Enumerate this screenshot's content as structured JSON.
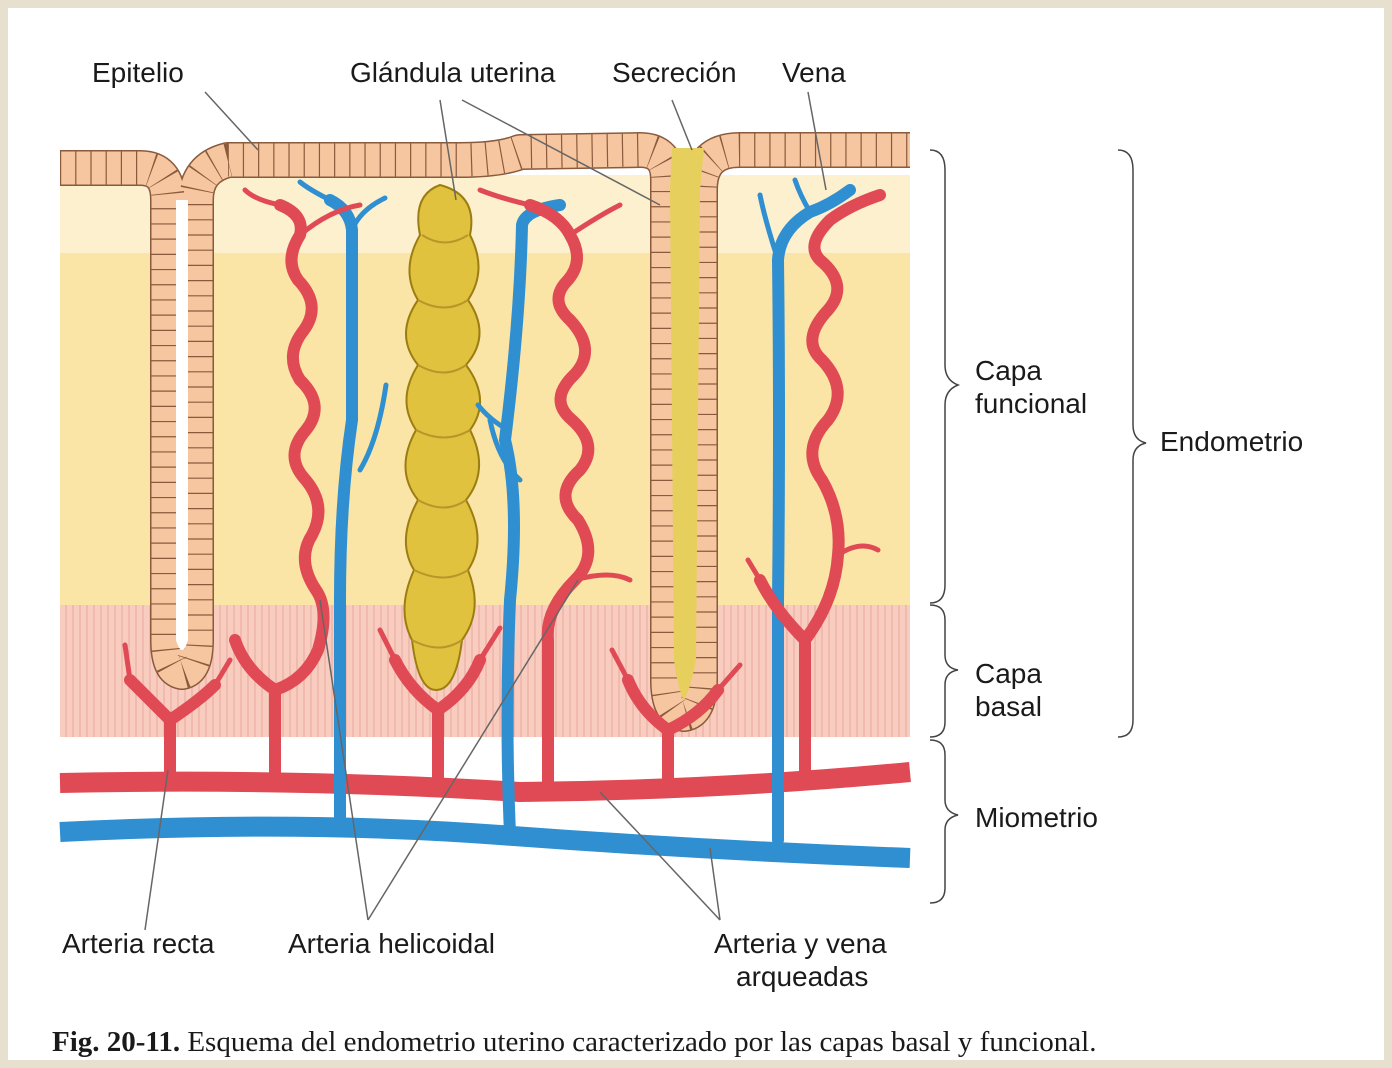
{
  "labels": {
    "epitelio": "Epitelio",
    "glandula": "Glándula uterina",
    "secrecion": "Secreción",
    "vena": "Vena",
    "capa_funcional": [
      "Capa",
      "funcional"
    ],
    "capa_basal": [
      "Capa",
      "basal"
    ],
    "miometrio": "Miometrio",
    "endometrio": "Endometrio",
    "arteria_recta": "Arteria recta",
    "arteria_helicoidal": "Arteria helicoidal",
    "arcuate": [
      "Arteria y vena",
      "arqueadas"
    ]
  },
  "caption": {
    "figure_number": "Fig. 20-11.",
    "text": " Esquema del endometrio uterino caracterizado por las capas basal y funcional."
  },
  "colors": {
    "artery": "#e04a55",
    "vein": "#2f8fd0",
    "epithelium": "#f6c6a0",
    "gland": "#e2c23a",
    "functional_layer": "#fbe6a8",
    "basal_layer": "#f7c8b8"
  }
}
